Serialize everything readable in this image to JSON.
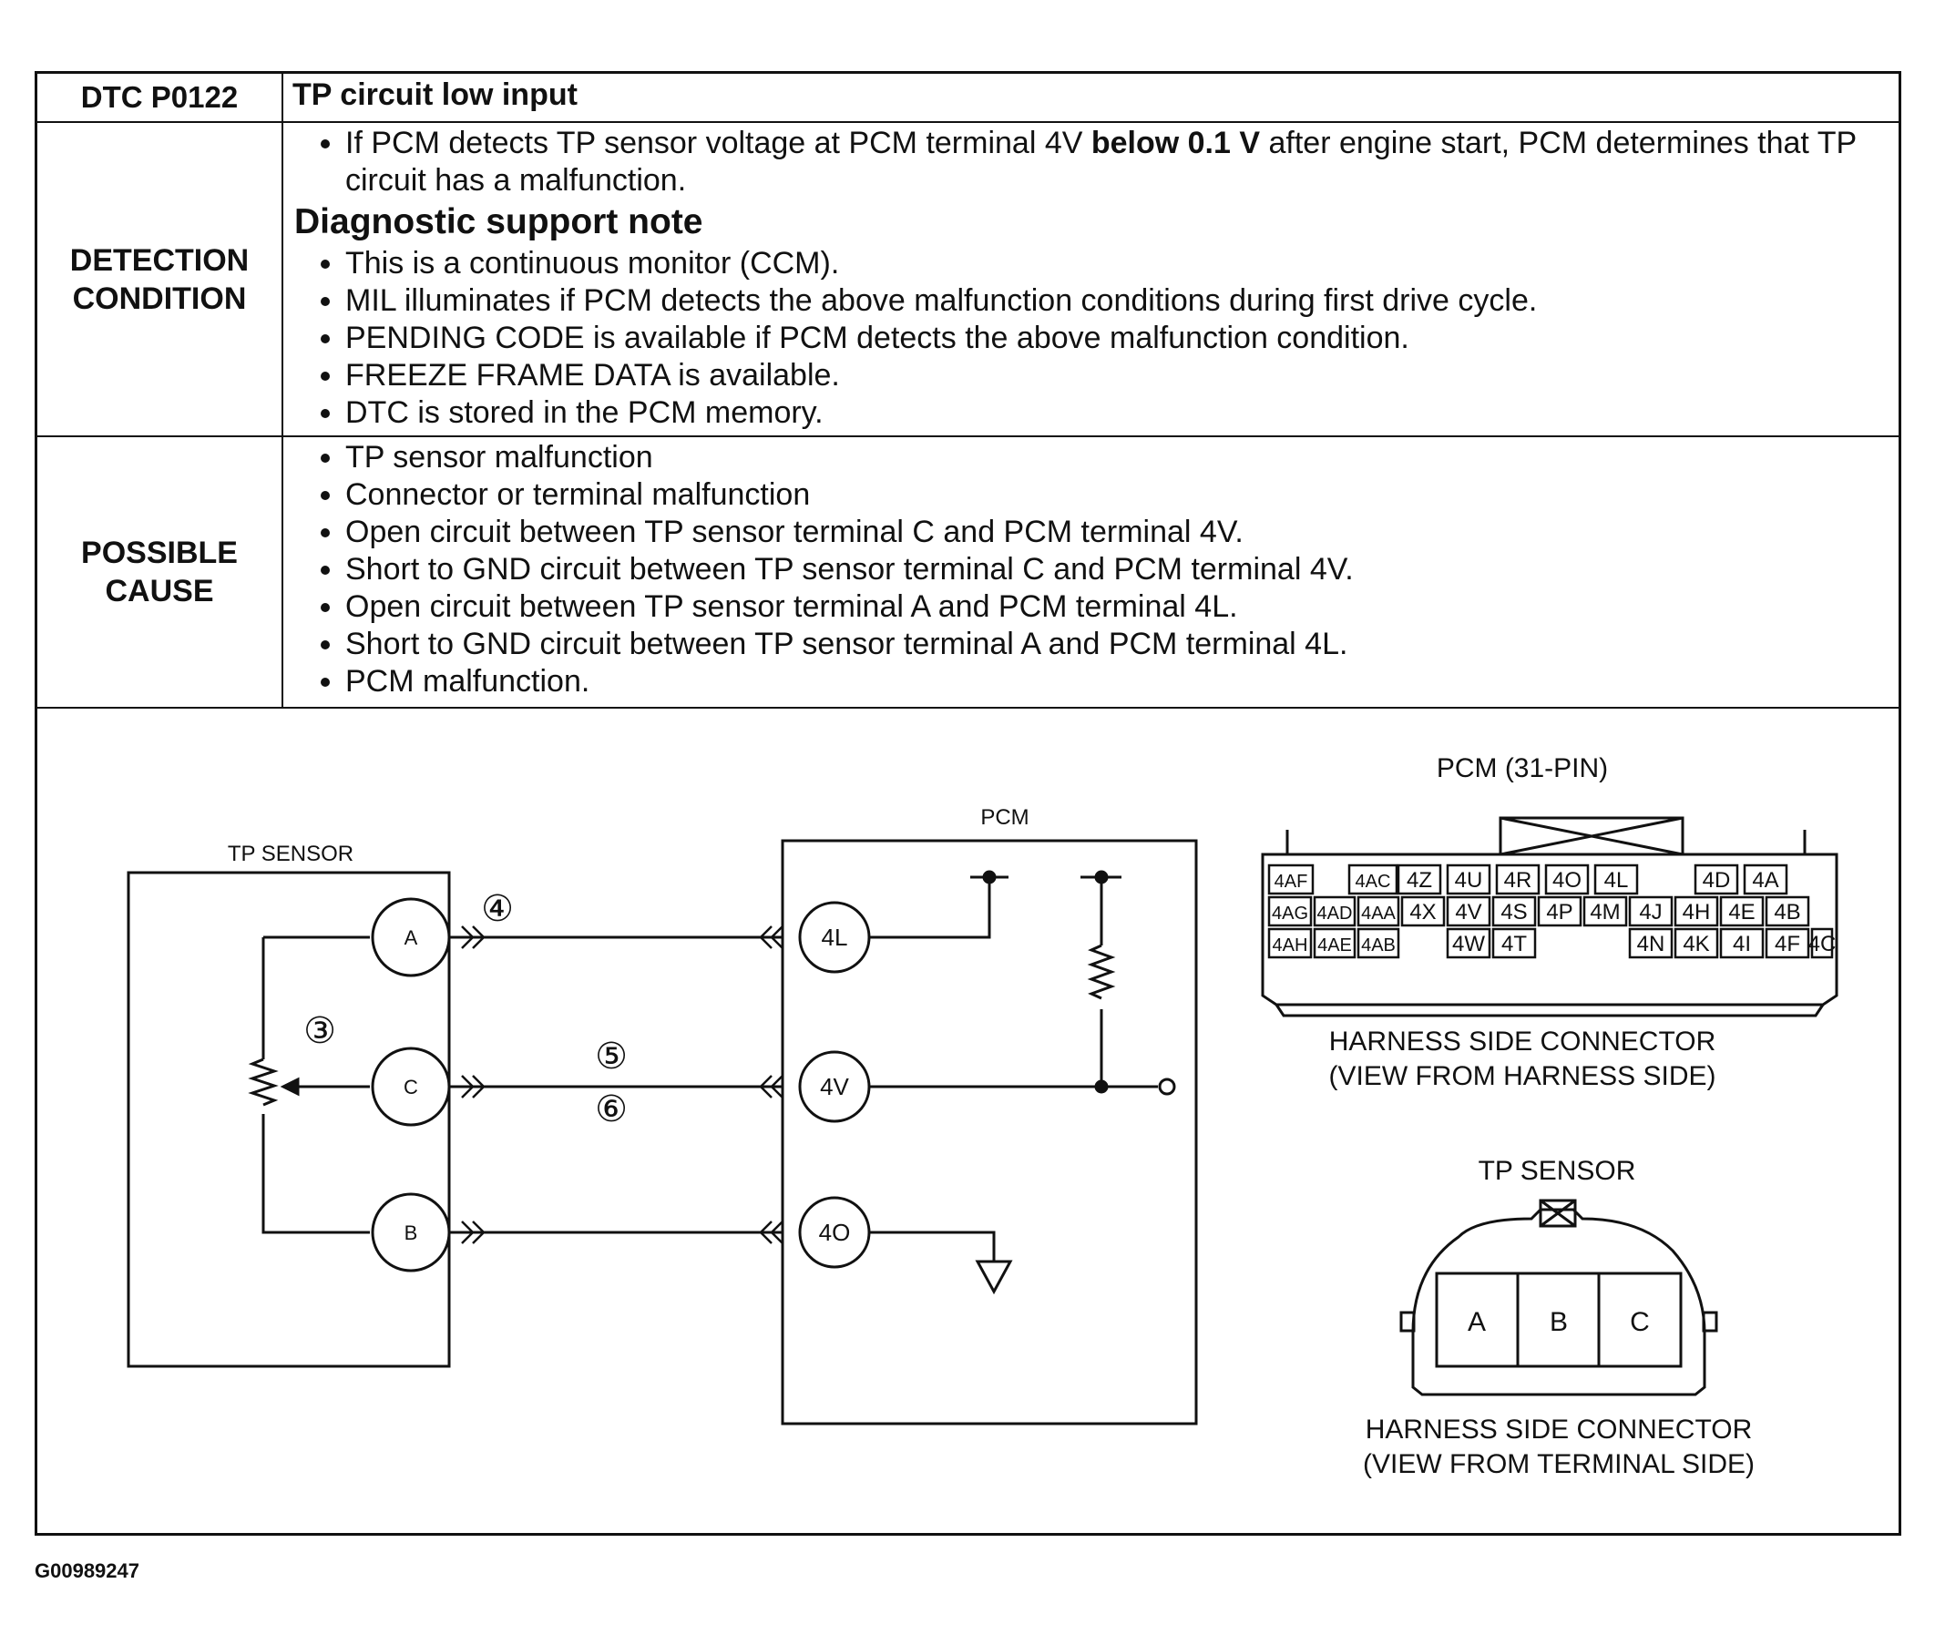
{
  "header": {
    "dtc": "DTC P0122",
    "title": "TP circuit low input"
  },
  "detection": {
    "label_line1": "DETECTION",
    "label_line2": "CONDITION",
    "intro_text_a": "If PCM detects TP sensor voltage at PCM terminal 4V ",
    "intro_bold": "below 0.1 V",
    "intro_text_b": " after engine start, PCM determines that TP circuit has a malfunction.",
    "support_heading": "Diagnostic support note",
    "notes": [
      "This is a continuous monitor (CCM).",
      "MIL illuminates if PCM detects the above malfunction conditions during first drive cycle.",
      "PENDING CODE is available if PCM detects the above malfunction condition.",
      "FREEZE FRAME DATA is available.",
      "DTC is stored in the PCM memory."
    ]
  },
  "possible_cause": {
    "label_line1": "POSSIBLE",
    "label_line2": "CAUSE",
    "items": [
      "TP sensor malfunction",
      "Connector or terminal malfunction",
      "Open circuit between TP sensor terminal C and PCM terminal 4V.",
      "Short to GND circuit between TP sensor terminal C and PCM terminal 4V.",
      "Open circuit between TP sensor terminal A and PCM terminal 4L.",
      "Short to GND circuit between TP sensor terminal A and PCM terminal 4L.",
      "PCM malfunction."
    ]
  },
  "schematic": {
    "tp_sensor_label": "TP SENSOR",
    "pcm_label": "PCM",
    "sensor_terminals": [
      "A",
      "C",
      "B"
    ],
    "pcm_terminals": [
      "4L",
      "4V",
      "4O"
    ],
    "step_marks": {
      "wire_a": "④",
      "resistor": "③",
      "wire_c_1": "⑤",
      "wire_c_2": "⑥"
    }
  },
  "pcm_connector": {
    "title": "PCM (31-PIN)",
    "row1": [
      "4AF",
      "4AC",
      "4Z",
      "4U",
      "4R",
      "4O",
      "4L",
      "4D",
      "4A"
    ],
    "row2": [
      "4AG",
      "4AD",
      "4AA",
      "4X",
      "4V",
      "4S",
      "4P",
      "4M",
      "4J",
      "4H",
      "4E",
      "4B"
    ],
    "row3": [
      "4AH",
      "4AE",
      "4AB",
      "4W",
      "4T",
      "4N",
      "4K",
      "4I",
      "4F",
      "4C"
    ],
    "caption_line1": "HARNESS SIDE CONNECTOR",
    "caption_line2": "(VIEW FROM HARNESS SIDE)"
  },
  "tp_connector": {
    "title": "TP SENSOR",
    "pins": [
      "A",
      "B",
      "C"
    ],
    "caption_line1": "HARNESS SIDE CONNECTOR",
    "caption_line2": "(VIEW FROM TERMINAL SIDE)"
  },
  "figure_id": "G00989247"
}
